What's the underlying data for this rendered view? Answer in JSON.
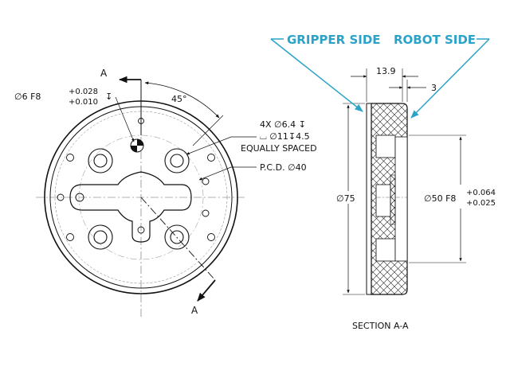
{
  "callouts": {
    "gripper_side": "GRIPPER SIDE",
    "robot_side": "ROBOT SIDE",
    "accent_color": "#2ba3c9"
  },
  "front_view": {
    "section_letter_top": "A",
    "section_letter_bottom": "A",
    "angle": "45°",
    "pin_hole": {
      "size": "∅6 F8",
      "tol_upper": "+0.028",
      "tol_lower": "+0.010",
      "depth_symbol": "↧"
    },
    "bolt_holes": {
      "count_dia": "4X ∅6.4 ↧",
      "counterbore": "⌴ ∅11↧4.5",
      "note": "EQUALLY SPACED"
    },
    "pcd": "P.C.D. ∅40"
  },
  "section_view": {
    "dim_total": "13.9",
    "dim_step": "3",
    "dia_outer": "∅75",
    "pilot": {
      "size": "∅50 F8",
      "tol_upper": "+0.064",
      "tol_lower": "+0.025"
    },
    "title": "SECTION A-A"
  }
}
